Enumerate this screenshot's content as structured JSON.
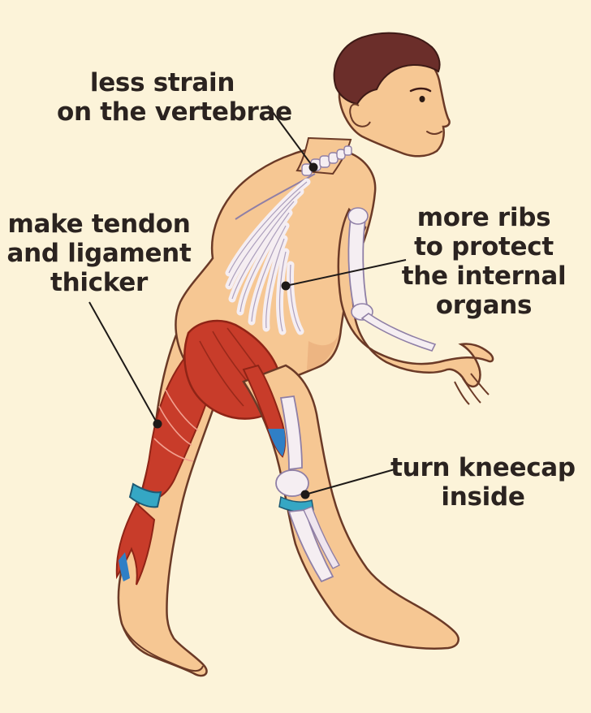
{
  "annotations": {
    "spine": {
      "lines": [
        "less strain",
        "on the vertebrae"
      ]
    },
    "tendon": {
      "lines": [
        "make tendon",
        "and ligament",
        "thicker"
      ]
    },
    "ribs": {
      "lines": [
        "more ribs",
        "to protect",
        "the internal",
        "organs"
      ]
    },
    "knee": {
      "lines": [
        "turn kneecap",
        "inside"
      ]
    }
  },
  "colors": {
    "background": "#fcf3d9",
    "skin": "#f6c793",
    "skin_shadow": "#e8a877",
    "outline": "#6b3a27",
    "hair": "#6b2e2a",
    "bone": "#f5eef2",
    "bone_shadow": "#c9b9d6",
    "muscle": "#c83c2a",
    "muscle_dark": "#8f2416",
    "tendon_blue": "#2f7fc6",
    "ligament_band": "#35a7c4",
    "text": "#2b2320",
    "pointer_line": "#1e1a18"
  }
}
